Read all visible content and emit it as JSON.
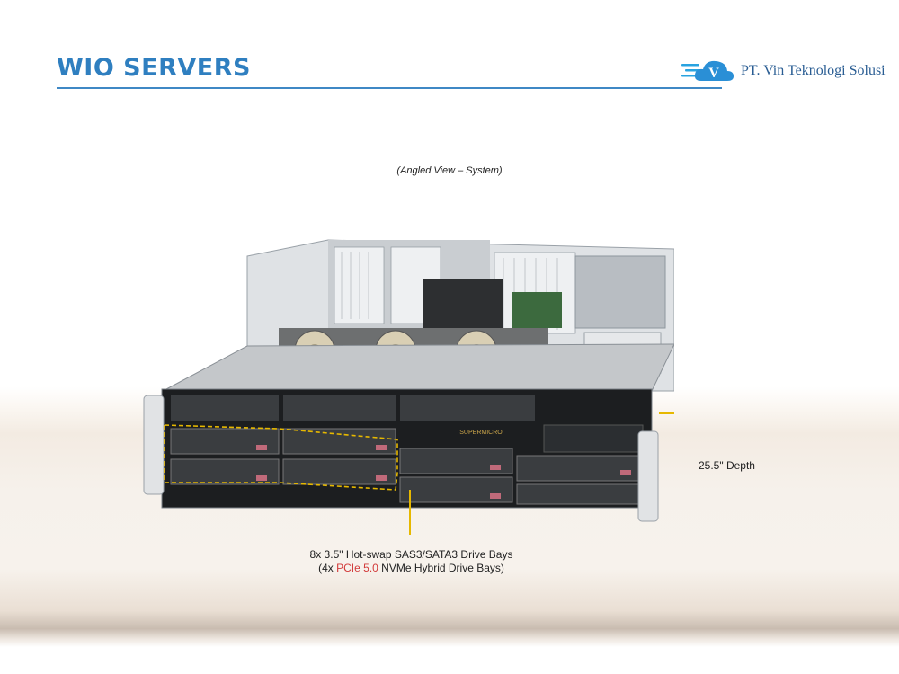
{
  "header": {
    "title": "WIO SERVERS",
    "brand": "PT. Vin Teknologi Solusi",
    "brand_initial": "V",
    "accent": "#2f7fc0"
  },
  "figure": {
    "caption": "(Angled View – System)",
    "depth_label": "25.5\" Depth",
    "bays_line1": "8x 3.5\" Hot-swap SAS3/SATA3 Drive Bays",
    "bays_line2_prefix": "(4x ",
    "bays_line2_highlight": "PCIe 5.0",
    "bays_line2_suffix": " NVMe Hybrid Drive Bays)",
    "bezel_brand": "SUPERMICRO",
    "highlight_color": "#d23a3a",
    "callout_color": "#e6b800"
  }
}
